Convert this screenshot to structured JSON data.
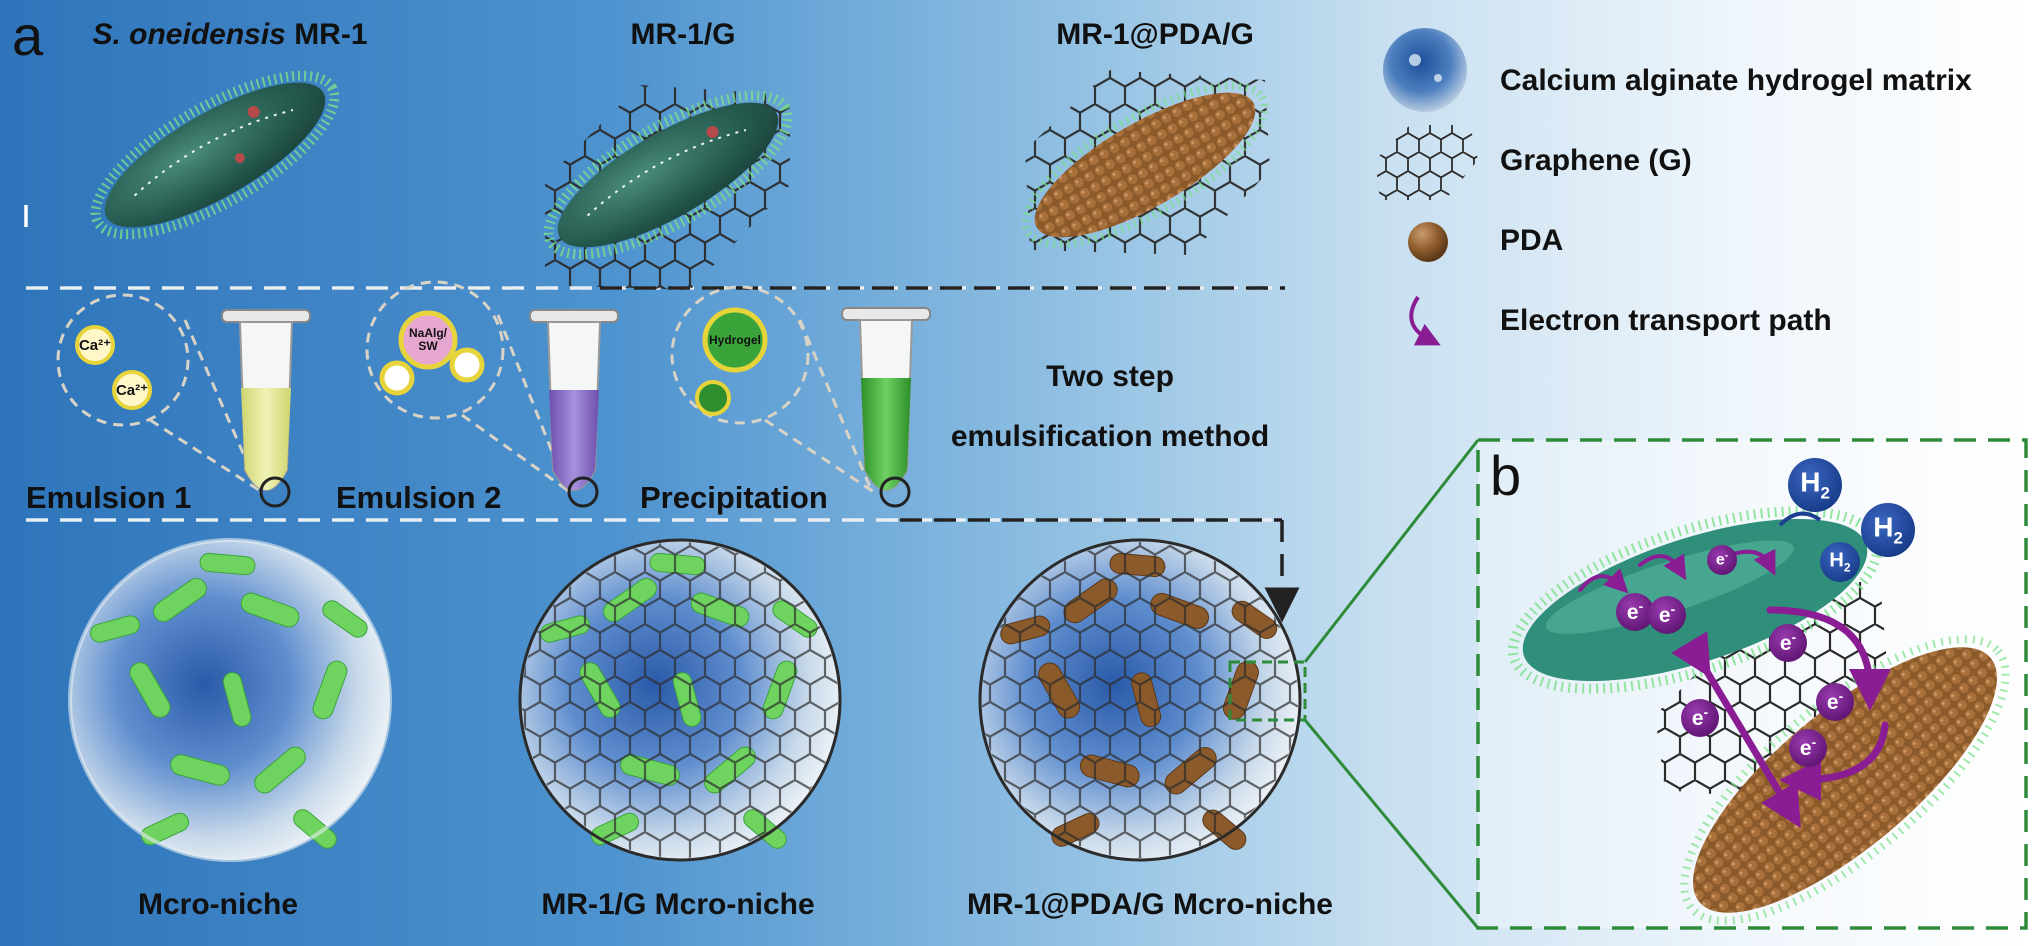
{
  "panel_a": {
    "letter": "a",
    "top_labels": {
      "strain_italic": "S. oneidensis",
      "strain_name": " MR-1",
      "graphene": "MR-1/G",
      "pda_graphene": "MR-1@PDA/G"
    },
    "emulsion_labels": {
      "step1": "Emulsion 1",
      "step2": "Emulsion 2",
      "step3": "Precipitation"
    },
    "inset_labels": {
      "ca_ion_1": "Ca²⁺",
      "ca_ion_2": "Ca²⁺",
      "naalg_line1": "NaAlg/",
      "naalg_line2": "SW",
      "hydrogel": "Hydrogel"
    },
    "method_label": {
      "line1": "Two step",
      "line2": "emulsification method"
    },
    "bottom_labels": {
      "niche1": "Mcro-niche",
      "niche2": "MR-1/G Mcro-niche",
      "niche3": "MR-1@PDA/G Mcro-niche"
    }
  },
  "legend": {
    "items": [
      {
        "label": "Calcium alginate hydrogel matrix",
        "icon": "hydrogel-bead-icon"
      },
      {
        "label": "Graphene (G)",
        "icon": "graphene-sheet-icon"
      },
      {
        "label": "PDA",
        "icon": "pda-particle-icon"
      },
      {
        "label": "Electron transport path",
        "icon": "curved-arrow-icon"
      }
    ]
  },
  "panel_b": {
    "letter": "b",
    "h2_label": "H",
    "h2_sub": "2",
    "electron_label": "e",
    "electron_sup": "-"
  },
  "colors": {
    "background_left": "#2e74ba",
    "background_right": "#ffffff",
    "graphene_line": "#2b2b2b",
    "pda_brown": "#8b5a2b",
    "bacteria_teal": "#2f8f7a",
    "bacteria_green": "#5fcf5a",
    "electron_purple": "#7a1f8a",
    "h2_navy": "#1d3f8f",
    "zoom_border_green": "#2e8b3a",
    "tube_yellow": "#e6ea9a",
    "tube_purple": "#8a6cc4",
    "tube_green": "#3fae3a"
  }
}
